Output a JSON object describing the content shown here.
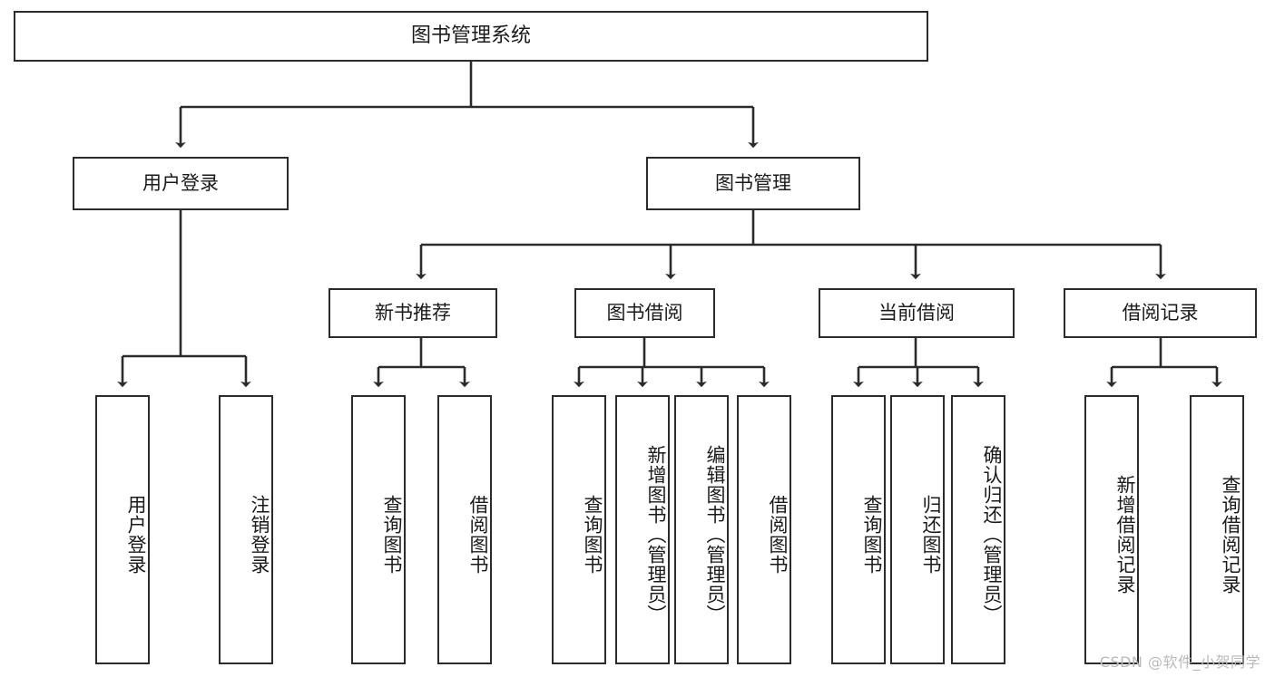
{
  "diagram": {
    "title": "图书管理系统",
    "type": "tree",
    "watermark": "CSDN @软件_小贺同学",
    "colors": {
      "box_border": "#2b2b2b",
      "box_fill": "#ffffff",
      "edge": "#2b2b2b",
      "text": "#1a1a1a",
      "watermark": "#b9b9b9",
      "background": "#ffffff"
    },
    "root": {
      "label": "图书管理系统"
    },
    "level1": [
      {
        "label": "用户登录"
      },
      {
        "label": "图书管理"
      }
    ],
    "level2": [
      {
        "label": "新书推荐"
      },
      {
        "label": "图书借阅"
      },
      {
        "label": "当前借阅"
      },
      {
        "label": "借阅记录"
      }
    ],
    "leaves": {
      "user_login": [
        {
          "label": "用户登录"
        },
        {
          "label": "注销登录"
        }
      ],
      "new_book_recommend": [
        {
          "label": "查询图书"
        },
        {
          "label": "借阅图书"
        }
      ],
      "book_borrow": [
        {
          "label": "查询图书"
        },
        {
          "label": "新增图书（管理员）"
        },
        {
          "label": "编辑图书（管理员）"
        },
        {
          "label": "借阅图书"
        }
      ],
      "current_borrow": [
        {
          "label": "查询图书"
        },
        {
          "label": "归还图书"
        },
        {
          "label": "确认归还（管理员）"
        }
      ],
      "borrow_record": [
        {
          "label": "新增借阅记录"
        },
        {
          "label": "查询借阅记录"
        }
      ]
    }
  }
}
